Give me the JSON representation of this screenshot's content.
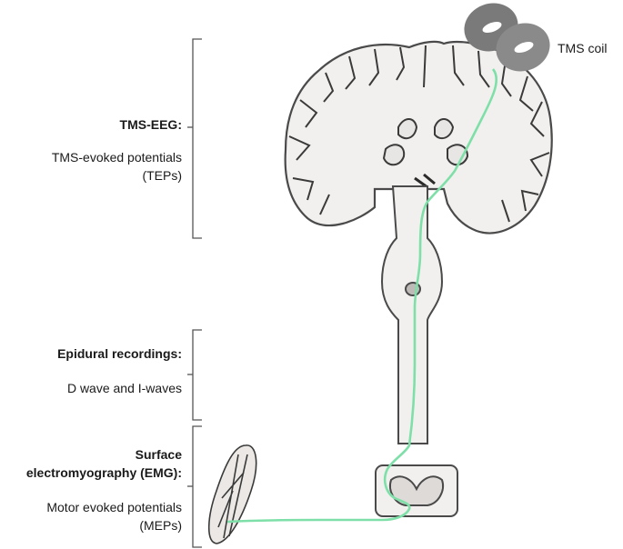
{
  "sections": {
    "tms_eeg": {
      "title": "TMS-EEG:",
      "line1": "TMS-evoked potentials",
      "line2": "(TEPs)"
    },
    "epidural": {
      "title": "Epidural recordings:",
      "line1": "D wave and I-waves"
    },
    "emg": {
      "title_line1": "Surface",
      "title_line2": "electromyography (EMG):",
      "line1": "Motor evoked potentials",
      "line2": "(MEPs)"
    }
  },
  "coil_label": "TMS coil",
  "colors": {
    "pathway": "#7ee0a8",
    "tissue_outline": "#4a4a4a",
    "tissue_fill": "#f2f0ee",
    "coil": "#8a8a8a"
  }
}
